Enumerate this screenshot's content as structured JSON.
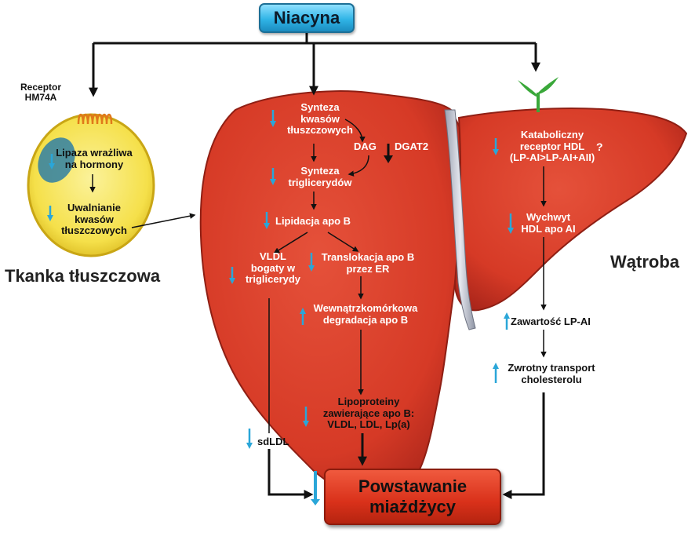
{
  "colors": {
    "liver": "#d63a26",
    "liver_dark": "#a9251a",
    "fat_cell": "#f5e04a",
    "nucleus": "#2f7fa3",
    "receptor": "#e07a1a",
    "arrow_down": "#2aa6d8",
    "arrow_up": "#2aa6d8",
    "sprout": "#3aa83a",
    "niacyna_box": "#30b4e6",
    "outcome_box": "#d9311a"
  },
  "icons": {
    "receptor": "receptor-coil-icon",
    "sprout": "sprout-icon",
    "decrease": "blue-down-arrow-icon",
    "increase": "blue-up-arrow-icon"
  },
  "top_box": "Niacyna",
  "bottom_box": {
    "line1": "Powstawanie",
    "line2": "miażdżycy"
  },
  "adipose": {
    "receptor": {
      "line1": "Receptor",
      "line2": "HM74A"
    },
    "lipase": {
      "line1": "Lipaza wrażliwa",
      "line2": "na hormony"
    },
    "release": {
      "line1": "Uwalnianie",
      "line2": "kwasów",
      "line3": "tłuszczowych"
    },
    "tissue_label": "Tkanka tłuszczowa"
  },
  "liver_left": {
    "fa_synthesis": {
      "line1": "Synteza",
      "line2": "kwasów",
      "line3": "tłuszczowych"
    },
    "dag": "DAG",
    "dgat2": "DGAT2",
    "tg_synthesis": {
      "line1": "Synteza",
      "line2": "triglicerydów"
    },
    "lipidation": "Lipidacja apo B",
    "vldl": {
      "line1": "VLDL",
      "line2": "bogaty w",
      "line3": "triglicerydy"
    },
    "translocation": {
      "line1": "Translokacja apo B",
      "line2": "przez ER"
    },
    "degradation": {
      "line1": "Wewnątrzkomórkowa",
      "line2": "degradacja apo B"
    }
  },
  "liver_right": {
    "catabolic": {
      "line1": "Kataboliczny",
      "line2": "receptor HDL",
      "line3": "(LP-AI>LP-AI+AII)"
    },
    "question": "?",
    "uptake": {
      "line1": "Wychwyt",
      "line2": "HDL apo AI"
    },
    "organ_label": "Wątroba"
  },
  "below": {
    "lpai_content": "Zawartość LP-AI",
    "reverse_transport": {
      "line1": "Zwrotny transport",
      "line2": "cholesterolu"
    },
    "lipoproteins": {
      "line1": "Lipoproteiny",
      "line2": "zawierające apo B:",
      "line3": "VLDL, LDL, Lp(a)"
    },
    "sdldl": "sdLDL"
  }
}
